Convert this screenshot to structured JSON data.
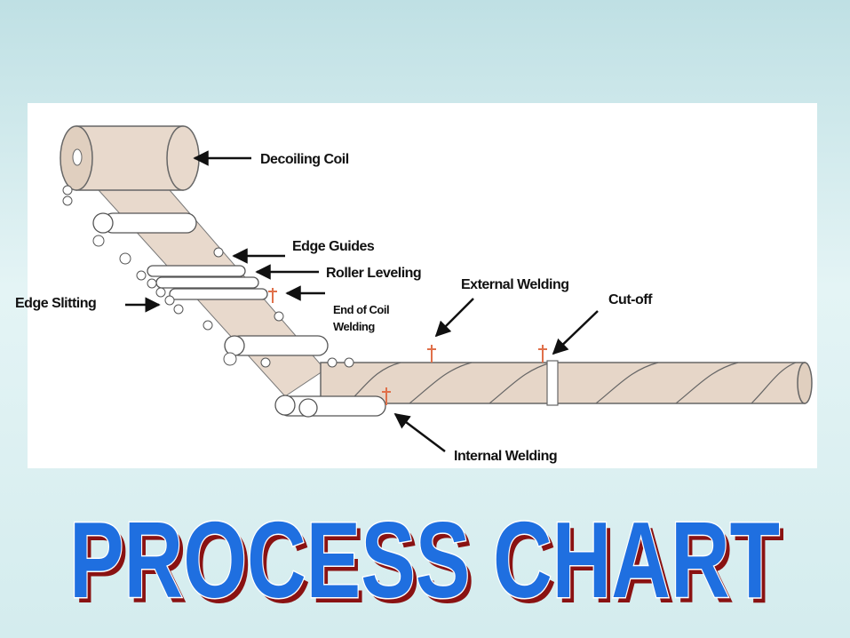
{
  "labels": {
    "decoiling_coil": "Decoiling Coil",
    "edge_guides": "Edge Guides",
    "roller_leveling": "Roller Leveling",
    "edge_slitting": "Edge Slitting",
    "end_of_coil_line1": "End of Coil",
    "end_of_coil_line2": "Welding",
    "external_welding": "External Welding",
    "cut_off": "Cut-off",
    "internal_welding": "Internal Welding"
  },
  "title": "PROCESS CHART",
  "colors": {
    "title_fill": "#1f6fe0",
    "title_shadow": "#8a1212",
    "title_outline": "#ffffff",
    "strip": "#e8d9cc",
    "roller": "#ffffff",
    "weld_torch": "#e0704a"
  }
}
